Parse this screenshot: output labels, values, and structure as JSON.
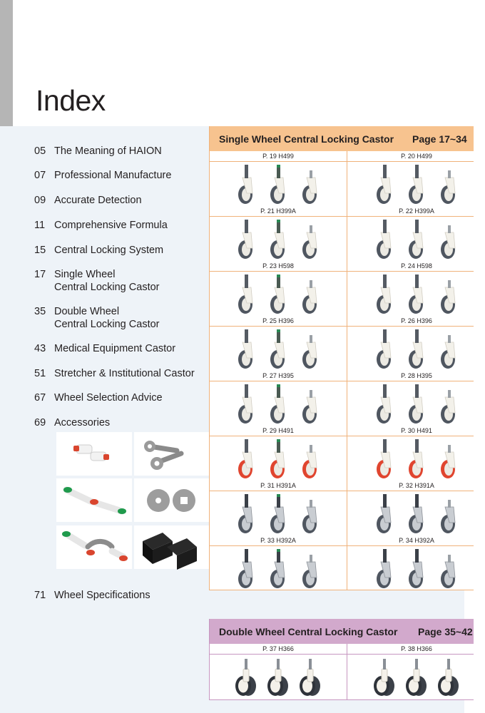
{
  "page": {
    "title": "Index"
  },
  "toc": [
    {
      "num": "05",
      "lines": [
        "The Meaning of HAION"
      ]
    },
    {
      "num": "07",
      "lines": [
        "Professional Manufacture"
      ]
    },
    {
      "num": "09",
      "lines": [
        "Accurate Detection"
      ]
    },
    {
      "num": "11",
      "lines": [
        "Comprehensive Formula"
      ]
    },
    {
      "num": "15",
      "lines": [
        "Central Locking System"
      ]
    },
    {
      "num": "17",
      "lines": [
        "Single Wheel",
        "Central Locking Castor"
      ]
    },
    {
      "num": "35",
      "lines": [
        "Double Wheel",
        "Central Locking Castor"
      ]
    },
    {
      "num": "43",
      "lines": [
        "Medical Equipment Castor"
      ]
    },
    {
      "num": "51",
      "lines": [
        "Stretcher & Institutional Castor"
      ]
    },
    {
      "num": "67",
      "lines": [
        "Wheel Selection Advice"
      ]
    },
    {
      "num": "69",
      "lines": [
        "Accessories"
      ]
    },
    {
      "num": "71",
      "lines": [
        "Wheel Specifications"
      ]
    }
  ],
  "colors": {
    "single_header": "#f7c38f",
    "single_border": "#f0b27a",
    "double_header": "#d2a9cc",
    "double_border": "#c796c0",
    "accessory_red": "#d9452e",
    "accessory_green": "#1f9a4c",
    "wheel_red": "#e0452f"
  },
  "sections": [
    {
      "id": "single",
      "title": "Single Wheel Central Locking Castor",
      "pages": "Page 17~34",
      "rows": [
        {
          "cells": [
            {
              "label": "P. 19    H499",
              "type": "gray"
            },
            {
              "label": "P. 20    H499",
              "type": "gray"
            }
          ]
        },
        {
          "cells": [
            {
              "label": "P. 21    H399A",
              "type": "gray"
            },
            {
              "label": "P. 22    H399A",
              "type": "gray"
            }
          ]
        },
        {
          "cells": [
            {
              "label": "P. 23    H598",
              "type": "gray"
            },
            {
              "label": "P. 24    H598",
              "type": "gray"
            }
          ]
        },
        {
          "cells": [
            {
              "label": "P. 25    H396",
              "type": "gray"
            },
            {
              "label": "P. 26    H396",
              "type": "gray"
            }
          ]
        },
        {
          "cells": [
            {
              "label": "P. 27    H395",
              "type": "gray"
            },
            {
              "label": "P. 28    H395",
              "type": "gray"
            }
          ]
        },
        {
          "cells": [
            {
              "label": "P. 29    H491",
              "type": "red"
            },
            {
              "label": "P. 30    H491",
              "type": "red"
            }
          ]
        },
        {
          "cells": [
            {
              "label": "P. 31    H391A",
              "type": "metal"
            },
            {
              "label": "P. 32    H391A",
              "type": "metal"
            }
          ]
        },
        {
          "cells": [
            {
              "label": "P. 33    H392A",
              "type": "metal"
            },
            {
              "label": "P. 34    H392A",
              "type": "metal"
            }
          ]
        }
      ]
    },
    {
      "id": "double",
      "title": "Double Wheel Central Locking Castor",
      "pages": "Page 35~42",
      "rows": [
        {
          "cells": [
            {
              "label": "P. 37    H366",
              "type": "twin"
            },
            {
              "label": "P. 38    H366",
              "type": "twin"
            }
          ]
        }
      ]
    }
  ],
  "accessories": [
    {
      "icon": "locking-lever-icon"
    },
    {
      "icon": "hex-wrench-icon"
    },
    {
      "icon": "locking-lever-icon"
    },
    {
      "icon": "washer-icon"
    },
    {
      "icon": "locking-lever-icon"
    },
    {
      "icon": "square-bushing-icon"
    }
  ]
}
